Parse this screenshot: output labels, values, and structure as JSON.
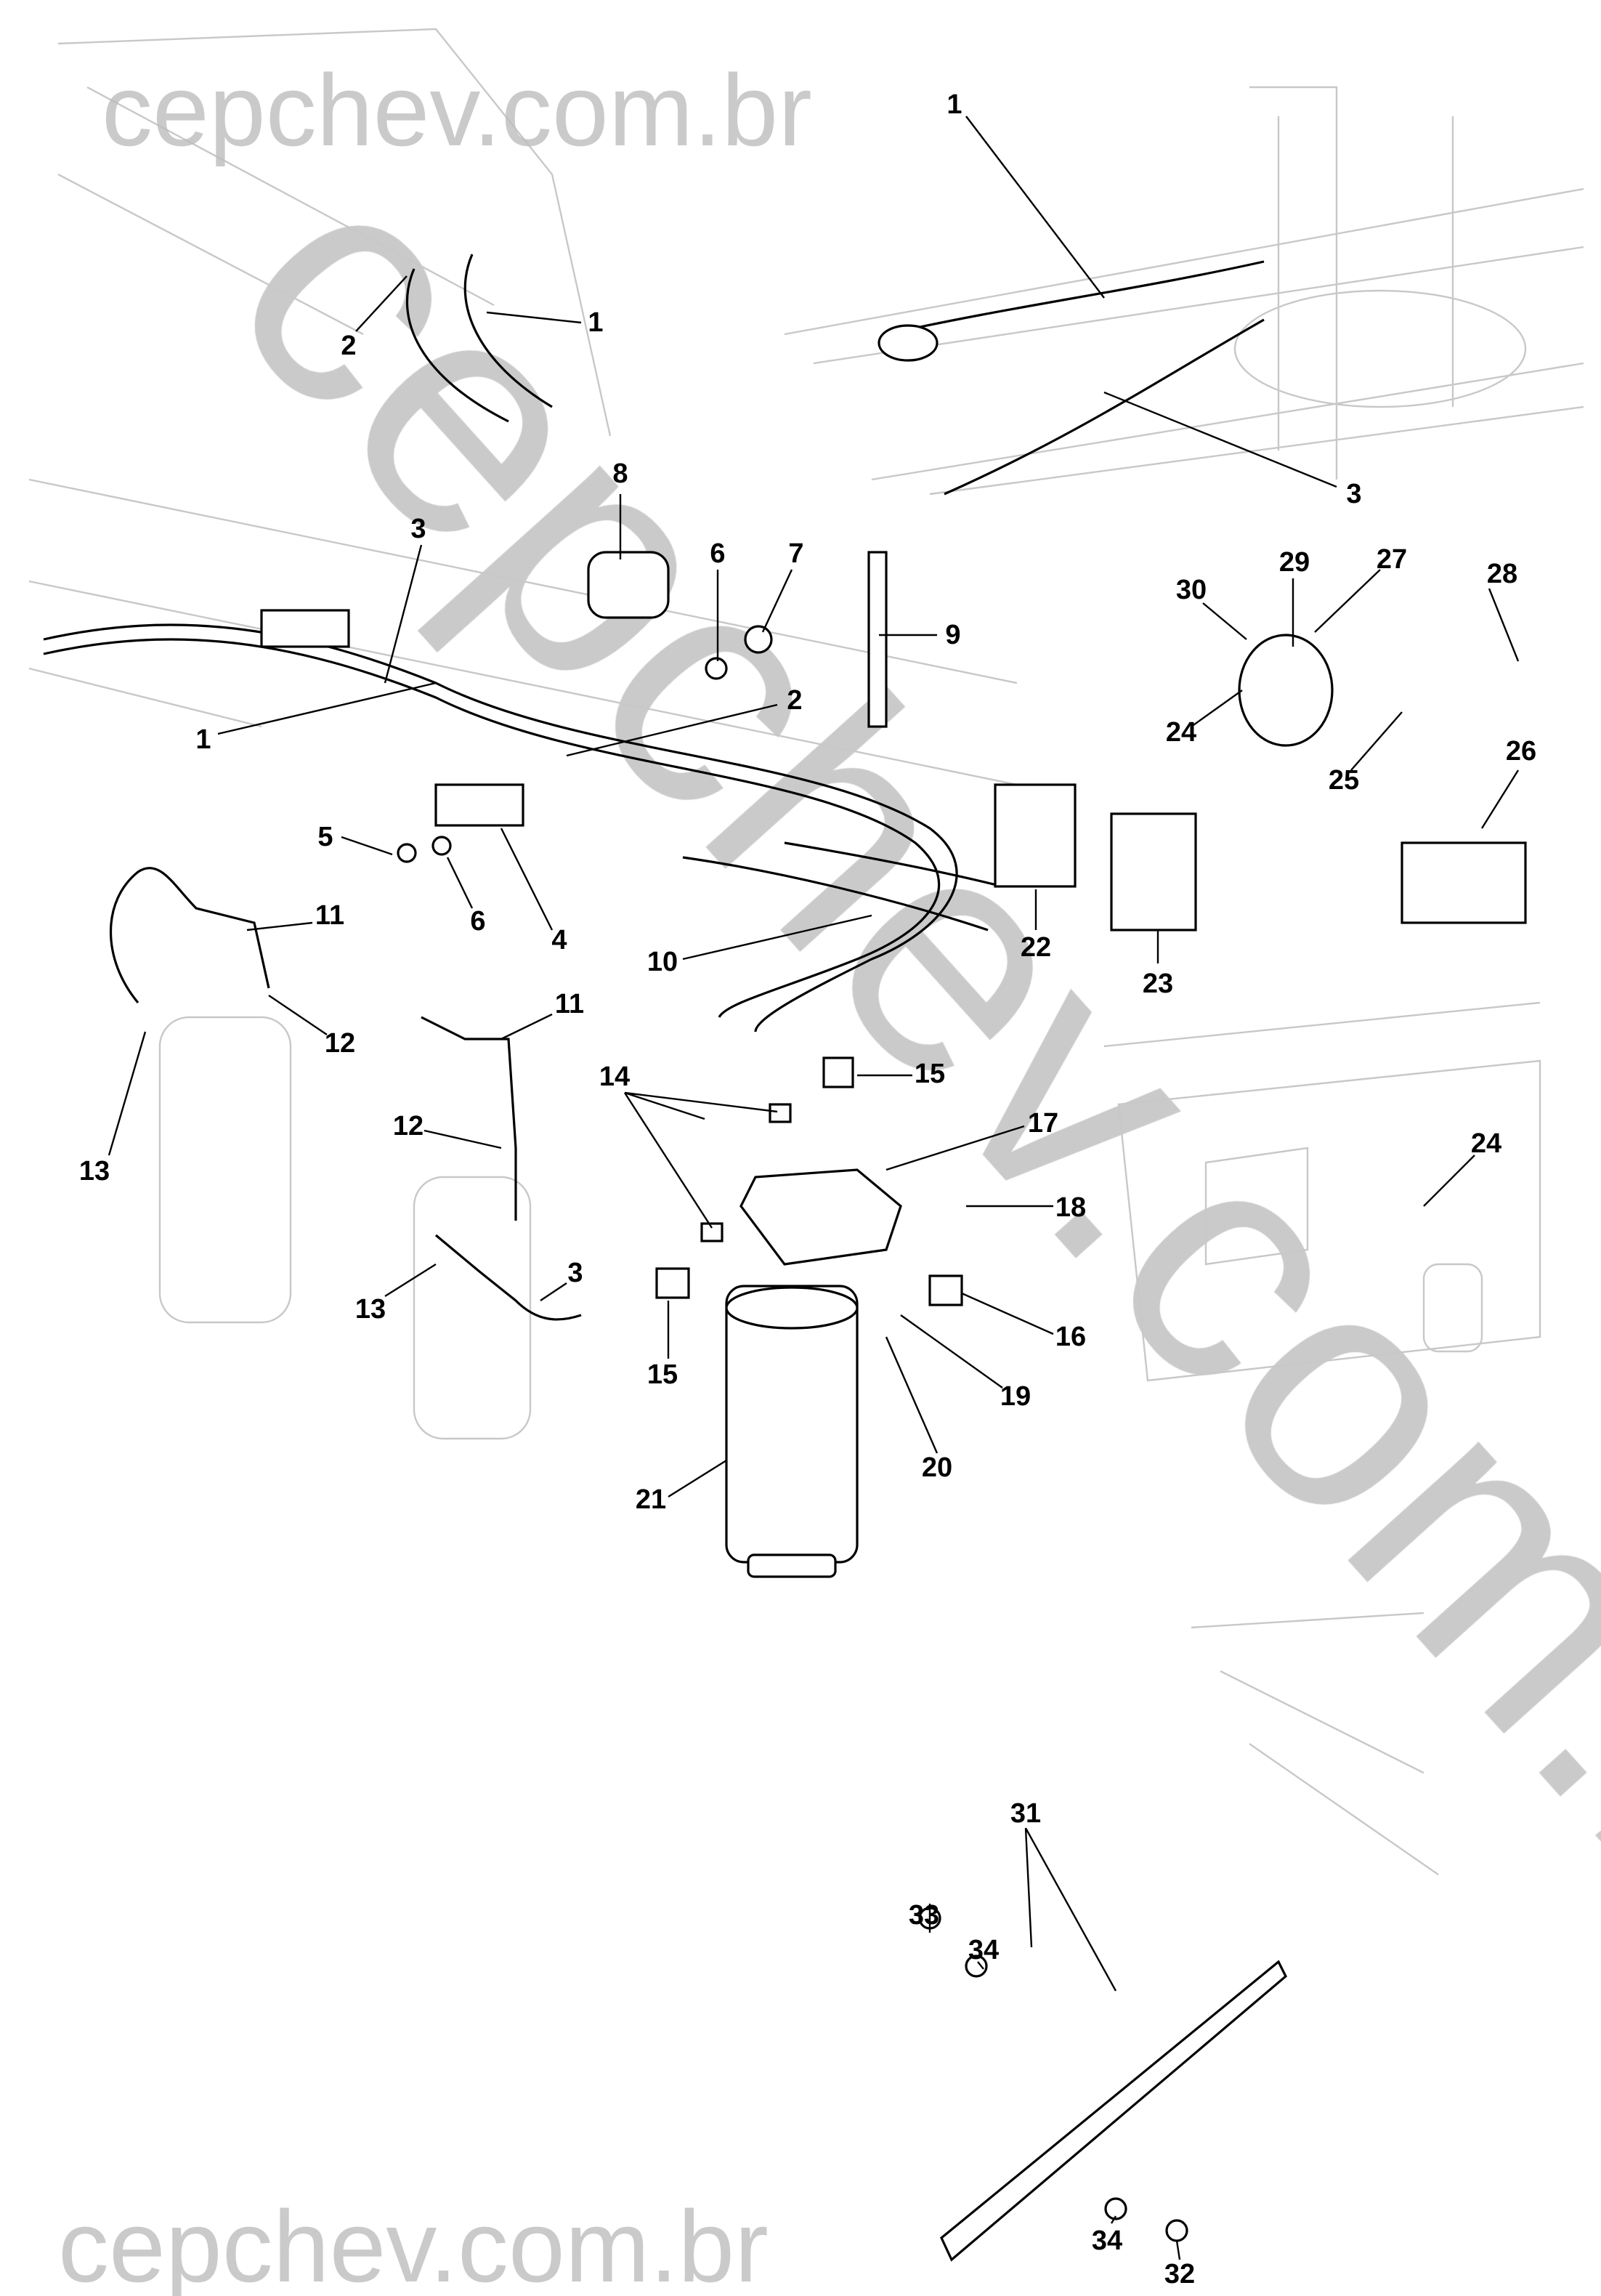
{
  "watermark": {
    "top": "cepchev.com.br",
    "bottom": "cepchev.com.br",
    "diagonal": "cepchev.com.br"
  },
  "callouts": [
    "1",
    "1",
    "2",
    "3",
    "8",
    "3",
    "6",
    "7",
    "9",
    "30",
    "29",
    "27",
    "28",
    "24",
    "25",
    "26",
    "2",
    "1",
    "5",
    "6",
    "4",
    "11",
    "12",
    "22",
    "23",
    "10",
    "11",
    "14",
    "15",
    "17",
    "24",
    "12",
    "18",
    "13",
    "13",
    "3",
    "16",
    "19",
    "15",
    "20",
    "21",
    "31",
    "33",
    "34",
    "34",
    "32"
  ]
}
